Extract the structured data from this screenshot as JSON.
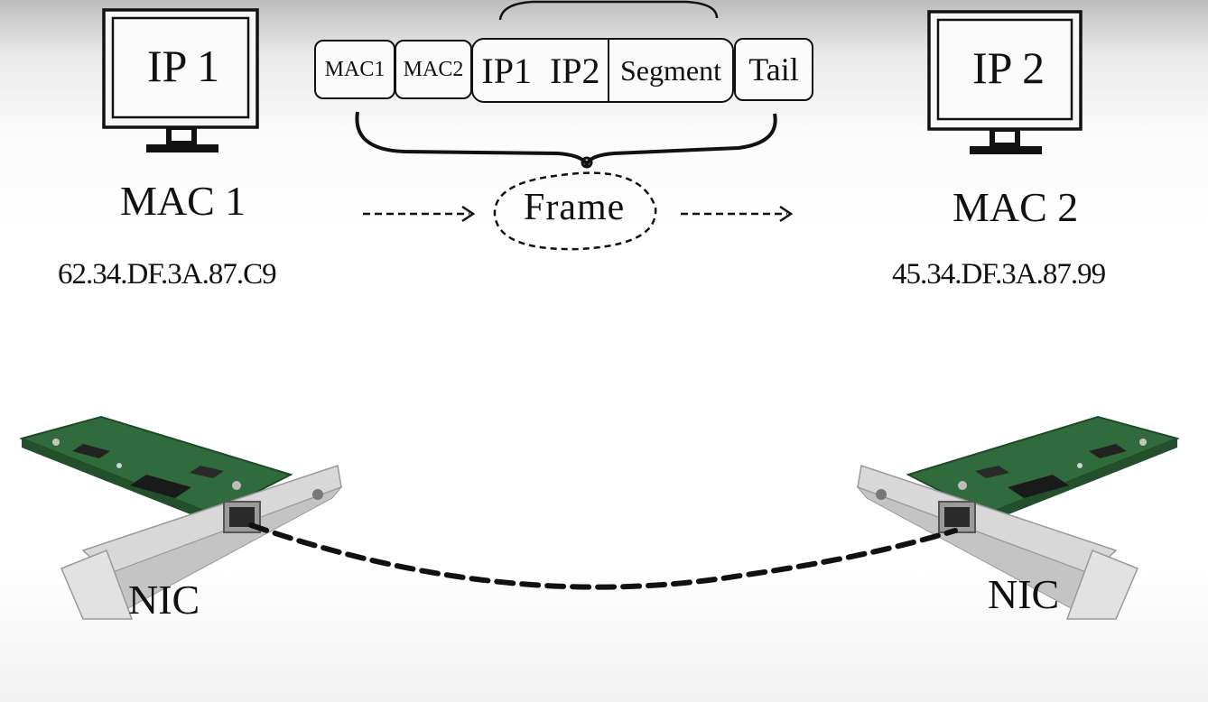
{
  "hosts": {
    "left": {
      "ip": "IP 1",
      "mac": "MAC 1",
      "address": "62.34.DF.3A.87.C9",
      "nic": "NIC"
    },
    "right": {
      "ip": "IP 2",
      "mac": "MAC 2",
      "address": "45.34.DF.3A.87.99",
      "nic": "NIC"
    }
  },
  "frame": {
    "fields": [
      "MAC1",
      "MAC2",
      "IP1  IP2",
      "Segment",
      "Tail"
    ],
    "label": "Frame"
  },
  "icons": [
    "monitor-icon",
    "network-card-icon",
    "arrow-right-icon",
    "brace-icon"
  ],
  "colors": {
    "pcb": "#2f6b3c",
    "bracket": "#cfcfcf",
    "ink": "#111111"
  }
}
